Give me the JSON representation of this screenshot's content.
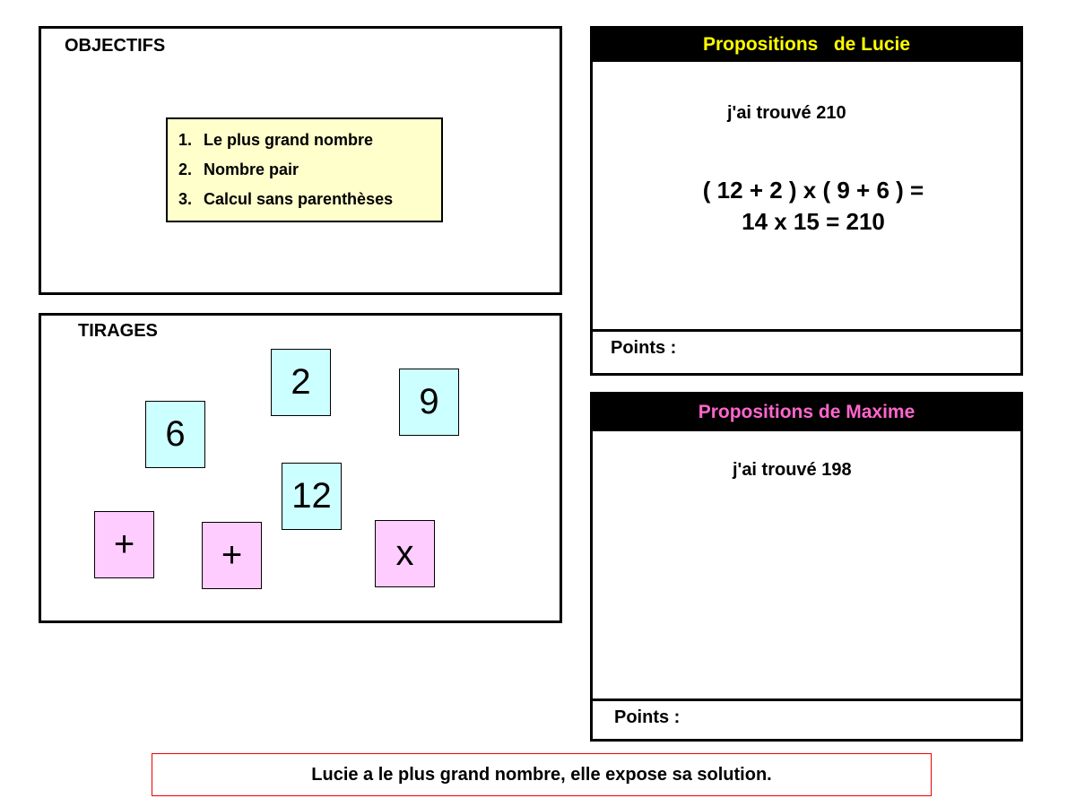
{
  "objectifs": {
    "title": "OBJECTIFS",
    "items": [
      {
        "num": "1.",
        "label": "Le plus grand nombre"
      },
      {
        "num": "2.",
        "label": "Nombre pair"
      },
      {
        "num": "3.",
        "label": "Calcul sans parenthèses"
      }
    ]
  },
  "tirages": {
    "title": "TIRAGES",
    "numbers": [
      "6",
      "2",
      "9",
      "12"
    ],
    "operators": [
      "+",
      "+",
      "x"
    ]
  },
  "lucie": {
    "header": "Propositions   de Lucie",
    "header_color": "#ffff00",
    "found": "j'ai trouvé 210",
    "calc_line1": "( 12 + 2 ) x ( 9 + 6 ) =",
    "calc_line2": "14 x 15 = 210",
    "points_label": "Points :"
  },
  "maxime": {
    "header": "Propositions de Maxime",
    "header_color": "#ff66cc",
    "found": "j'ai trouvé 198",
    "points_label": "Points :"
  },
  "banner": {
    "text": "Lucie a le plus grand nombre, elle expose sa solution."
  },
  "colors": {
    "number_tile": "#ccffff",
    "operator_tile": "#ffccff",
    "objectives_bg": "#ffffcc",
    "banner_border": "#ee0000"
  }
}
